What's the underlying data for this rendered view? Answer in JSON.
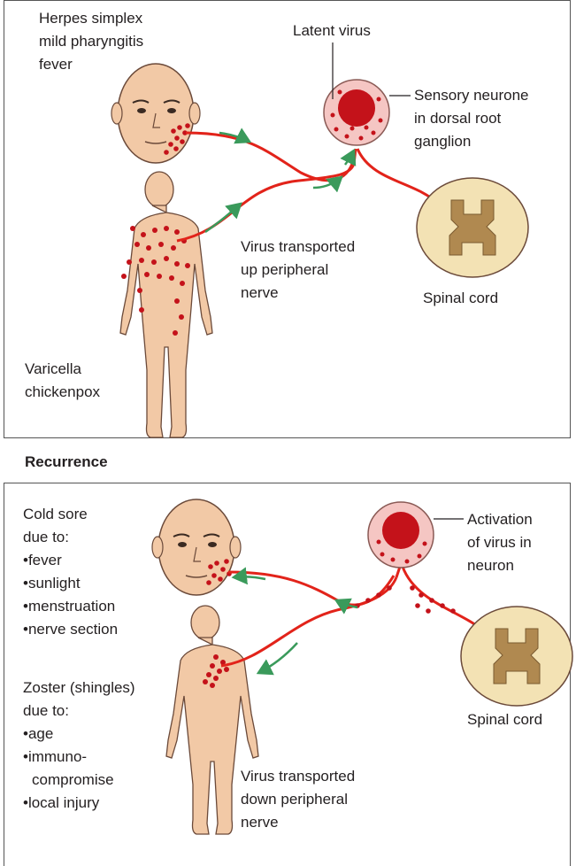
{
  "top_panel": {
    "herpes": [
      "Herpes simplex",
      "mild pharyngitis",
      "fever"
    ],
    "latent_virus": "Latent virus",
    "sensory_neurone": [
      "Sensory neurone",
      "in dorsal root",
      "ganglion"
    ],
    "transport_up": [
      "Virus transported",
      "up peripheral",
      "nerve"
    ],
    "spinal_cord": "Spinal cord",
    "varicella": [
      "Varicella",
      "chickenpox"
    ]
  },
  "recurrence_heading": "Recurrence",
  "bottom_panel": {
    "cold_sore": {
      "title": [
        "Cold sore",
        "due to:"
      ],
      "causes": [
        "fever",
        "sunlight",
        "menstruation",
        "nerve section"
      ]
    },
    "zoster": {
      "title": [
        "Zoster (shingles)",
        "due to:"
      ],
      "causes": [
        "age",
        "immuno-",
        "compromise",
        "local injury"
      ]
    },
    "activation": [
      "Activation",
      "of virus in",
      "neuron"
    ],
    "spinal_cord": "Spinal cord",
    "transport_down": [
      "Virus transported",
      "down peripheral",
      "nerve"
    ]
  },
  "colors": {
    "nerve": "#e2231a",
    "skin": "#f2c9a6",
    "skin_outline": "#6b4a3a",
    "arrow": "#3a9a5b",
    "ganglion_fill": "#f5c6c3",
    "nucleus": "#c4121a",
    "cord_outer": "#f3e2b4",
    "cord_inner": "#b08950"
  }
}
